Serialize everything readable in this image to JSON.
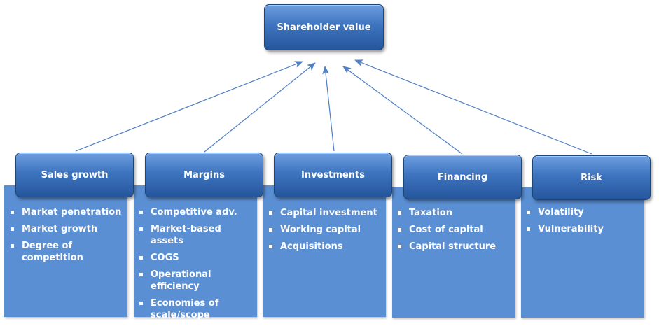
{
  "top": {
    "label": "Shareholder value"
  },
  "colors": {
    "panel": "#5b8fd3",
    "header_top": "#6d9ee0",
    "header_bottom": "#25569c",
    "arrow": "#4f7fc4"
  },
  "columns": [
    {
      "label": "Sales growth",
      "items": [
        "Market penetration",
        "Market growth",
        "Degree of competition"
      ]
    },
    {
      "label": "Margins",
      "items": [
        "Competitive adv.",
        "Market-based assets",
        "COGS",
        "Operational efficiency",
        "Economies of scale/scope"
      ]
    },
    {
      "label": "Investments",
      "items": [
        "Capital investment",
        "Working capital",
        "Acquisitions"
      ]
    },
    {
      "label": "Financing",
      "items": [
        "Taxation",
        "Cost of capital",
        "Capital structure"
      ]
    },
    {
      "label": "Risk",
      "items": [
        "Volatility",
        "Vulnerability"
      ]
    }
  ]
}
